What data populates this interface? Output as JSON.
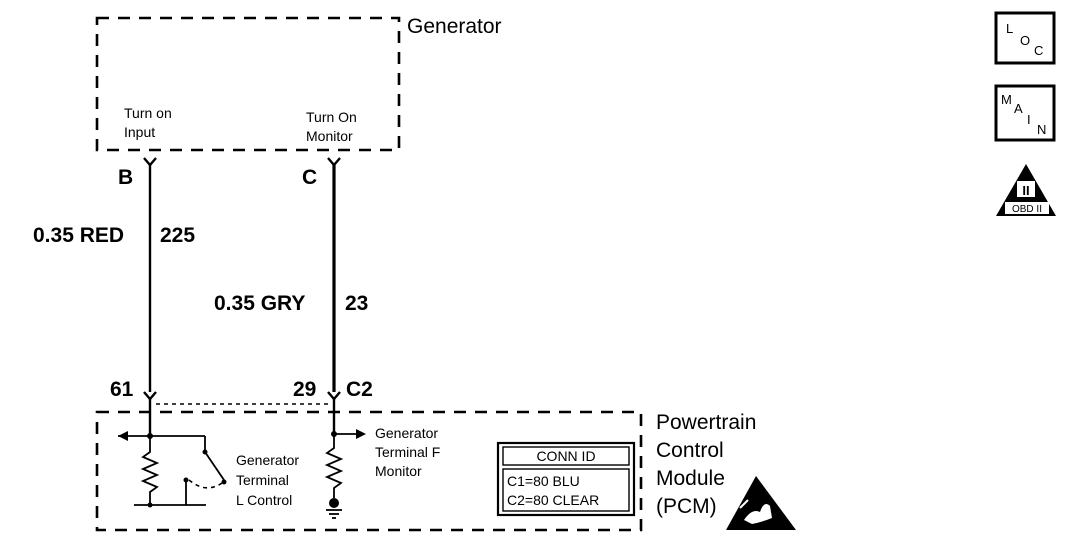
{
  "generator": {
    "title": "Generator",
    "turn_on_input": [
      "Turn on",
      "Input"
    ],
    "turn_on_monitor": [
      "Turn On",
      "Monitor"
    ]
  },
  "pins": {
    "gen_b": "B",
    "gen_c": "C",
    "pcm_61": "61",
    "pcm_29": "29",
    "pcm_c2": "C2"
  },
  "wires": {
    "left": {
      "size_color": "0.35 RED",
      "circuit": "225"
    },
    "right": {
      "size_color": "0.35 GRY",
      "circuit": "23"
    }
  },
  "pcm": {
    "title": [
      "Powertrain",
      "Control",
      "Module",
      "(PCM)"
    ],
    "terminal_l_label": [
      "Generator",
      "Terminal",
      "L Control"
    ],
    "terminal_f_label": [
      "Generator",
      "Terminal F",
      "Monitor"
    ],
    "conn_id": {
      "header": "CONN ID",
      "rows": [
        "C1=80 BLU",
        "C2=80 CLEAR"
      ]
    }
  },
  "side_icons": {
    "loc": {
      "letters": [
        "L",
        "O",
        "C"
      ]
    },
    "main": {
      "letters": [
        "M",
        "A",
        "I",
        "N"
      ]
    },
    "obd": {
      "numeral": "II",
      "caption": "OBD II"
    }
  }
}
